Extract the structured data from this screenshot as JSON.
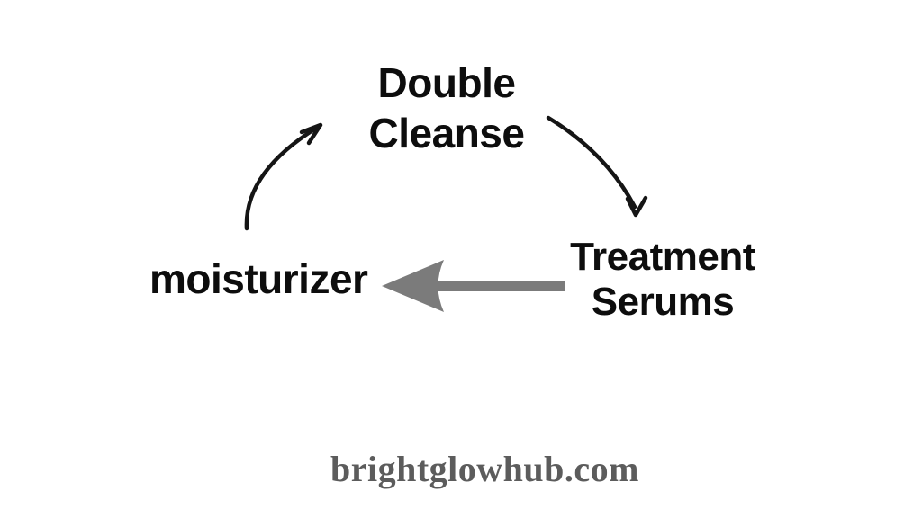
{
  "page": {
    "background_color": "#ffffff",
    "watermark": "brightglowhub.com"
  },
  "diagram": {
    "type": "cycle",
    "nodes": {
      "top": "Double\nCleanse",
      "left": "moisturizer",
      "right": "Treatment\nSerums"
    },
    "arrows": [
      {
        "from": "moisturizer",
        "to": "Double Cleanse",
        "style": "thin-curved-handdrawn",
        "color": "#151515"
      },
      {
        "from": "Double Cleanse",
        "to": "Treatment Serums",
        "style": "thin-curved-handdrawn",
        "color": "#151515"
      },
      {
        "from": "Treatment Serums",
        "to": "moisturizer",
        "style": "thick-straight",
        "color": "#7b7b7b"
      }
    ],
    "colors": {
      "node_text": "#0d0d0d",
      "curved_arrow": "#151515",
      "straight_arrow": "#7b7b7b",
      "watermark_text": "#5c5c5c"
    }
  }
}
